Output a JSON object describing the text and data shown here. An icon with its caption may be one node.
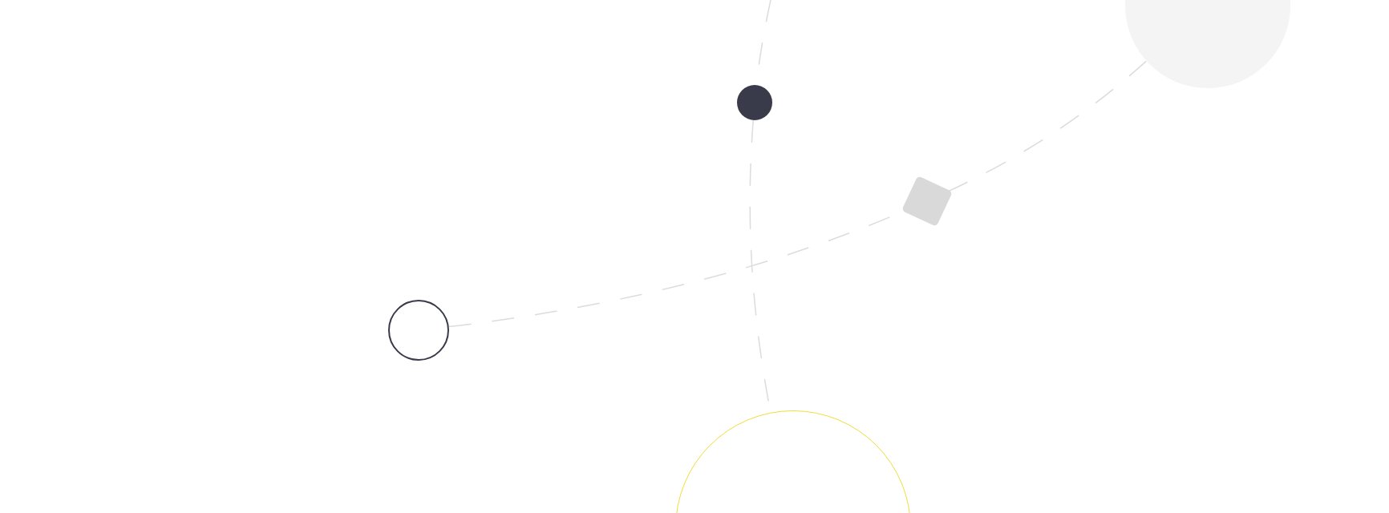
{
  "diagram": {
    "nodes": [
      {
        "text": [],
        "shape": "circle"
      },
      {
        "text": [],
        "shape": "circle"
      },
      {
        "text": [],
        "shape": "diamond"
      },
      {
        "text": [],
        "shape": "circle"
      },
      {
        "text": [],
        "shape": "circle"
      }
    ],
    "edges": [
      {
        "from": null,
        "to": 1,
        "arrow": "none",
        "style": "dashed"
      },
      {
        "from": 1,
        "to": 4,
        "arrow": "none",
        "style": "dashed"
      },
      {
        "from": 3,
        "to": 2,
        "arrow": "none",
        "style": "dashed"
      },
      {
        "from": 2,
        "to": 0,
        "arrow": "none",
        "style": "dashed"
      }
    ]
  }
}
